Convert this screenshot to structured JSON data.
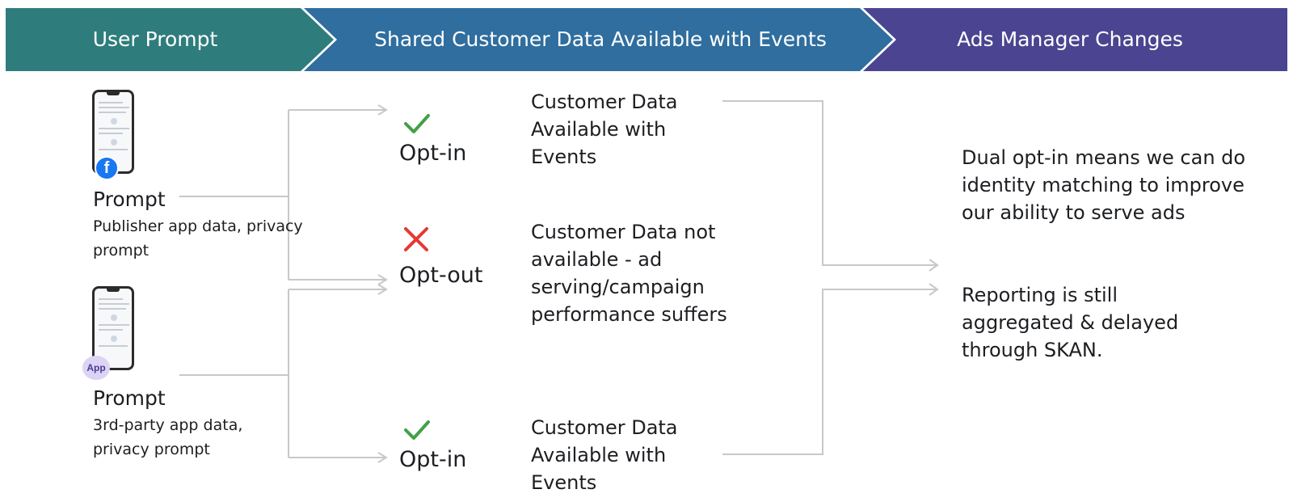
{
  "header": {
    "stages": [
      {
        "label": "User Prompt",
        "color": "#2e7d7c"
      },
      {
        "label": "Shared Customer Data Available with Events",
        "color": "#2f6e9e"
      },
      {
        "label": "Ads Manager Changes",
        "color": "#4b4490"
      }
    ]
  },
  "prompts": [
    {
      "title": "Prompt",
      "description": "Publisher app data, privacy prompt",
      "badge_icon": "facebook-logo-icon"
    },
    {
      "title": "Prompt",
      "description": "3rd-party app data, privacy prompt",
      "badge_text": "App"
    }
  ],
  "choices": [
    {
      "label": "Opt-in",
      "icon": "check-icon",
      "icon_color": "#43a047"
    },
    {
      "label": "Opt-out",
      "icon": "cross-icon",
      "icon_color": "#e53935"
    },
    {
      "label": "Opt-in",
      "icon": "check-icon",
      "icon_color": "#43a047"
    }
  ],
  "outcomes": [
    "Customer Data Available with Events",
    "Customer Data not available - ad serving/campaign performance suffers",
    "Customer Data Available with Events"
  ],
  "results": [
    "Dual opt-in means we can do identity matching to improve our ability to serve ads",
    "Reporting is still aggregated & delayed through SKAN."
  ],
  "colors": {
    "connector": "#c8c8c8",
    "text": "#1c1e21"
  }
}
